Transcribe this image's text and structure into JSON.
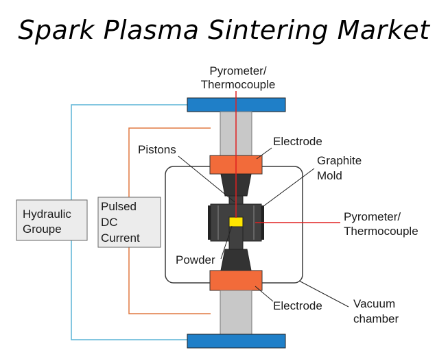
{
  "title": "Spark Plasma Sintering Market",
  "labels": {
    "pyrometer_top_line1": "Pyrometer/",
    "pyrometer_top_line2": "Thermocouple",
    "electrode_top": "Electrode",
    "pistons": "Pistons",
    "graphite_line1": "Graphite",
    "graphite_line2": "Mold",
    "pyrometer_right_line1": "Pyrometer/",
    "pyrometer_right_line2": "Thermocouple",
    "hydraulic_line1": "Hydraulic",
    "hydraulic_line2": "Groupe",
    "pulsed_line1": "Pulsed",
    "pulsed_line2": "DC",
    "pulsed_line3": "Current",
    "powder": "Powder",
    "electrode_bottom": "Electrode",
    "vacuum_line1": "Vacuum",
    "vacuum_line2": "chamber"
  },
  "colors": {
    "plate": "#1f7fc8",
    "electrode": "#f26b3a",
    "rod": "#c8c8c8",
    "mold": "#404040",
    "powder": "#ffe600",
    "hydraulic_wire": "#5ab4d6",
    "dc_wire": "#e07840",
    "pyrometer_line": "#e02020"
  }
}
